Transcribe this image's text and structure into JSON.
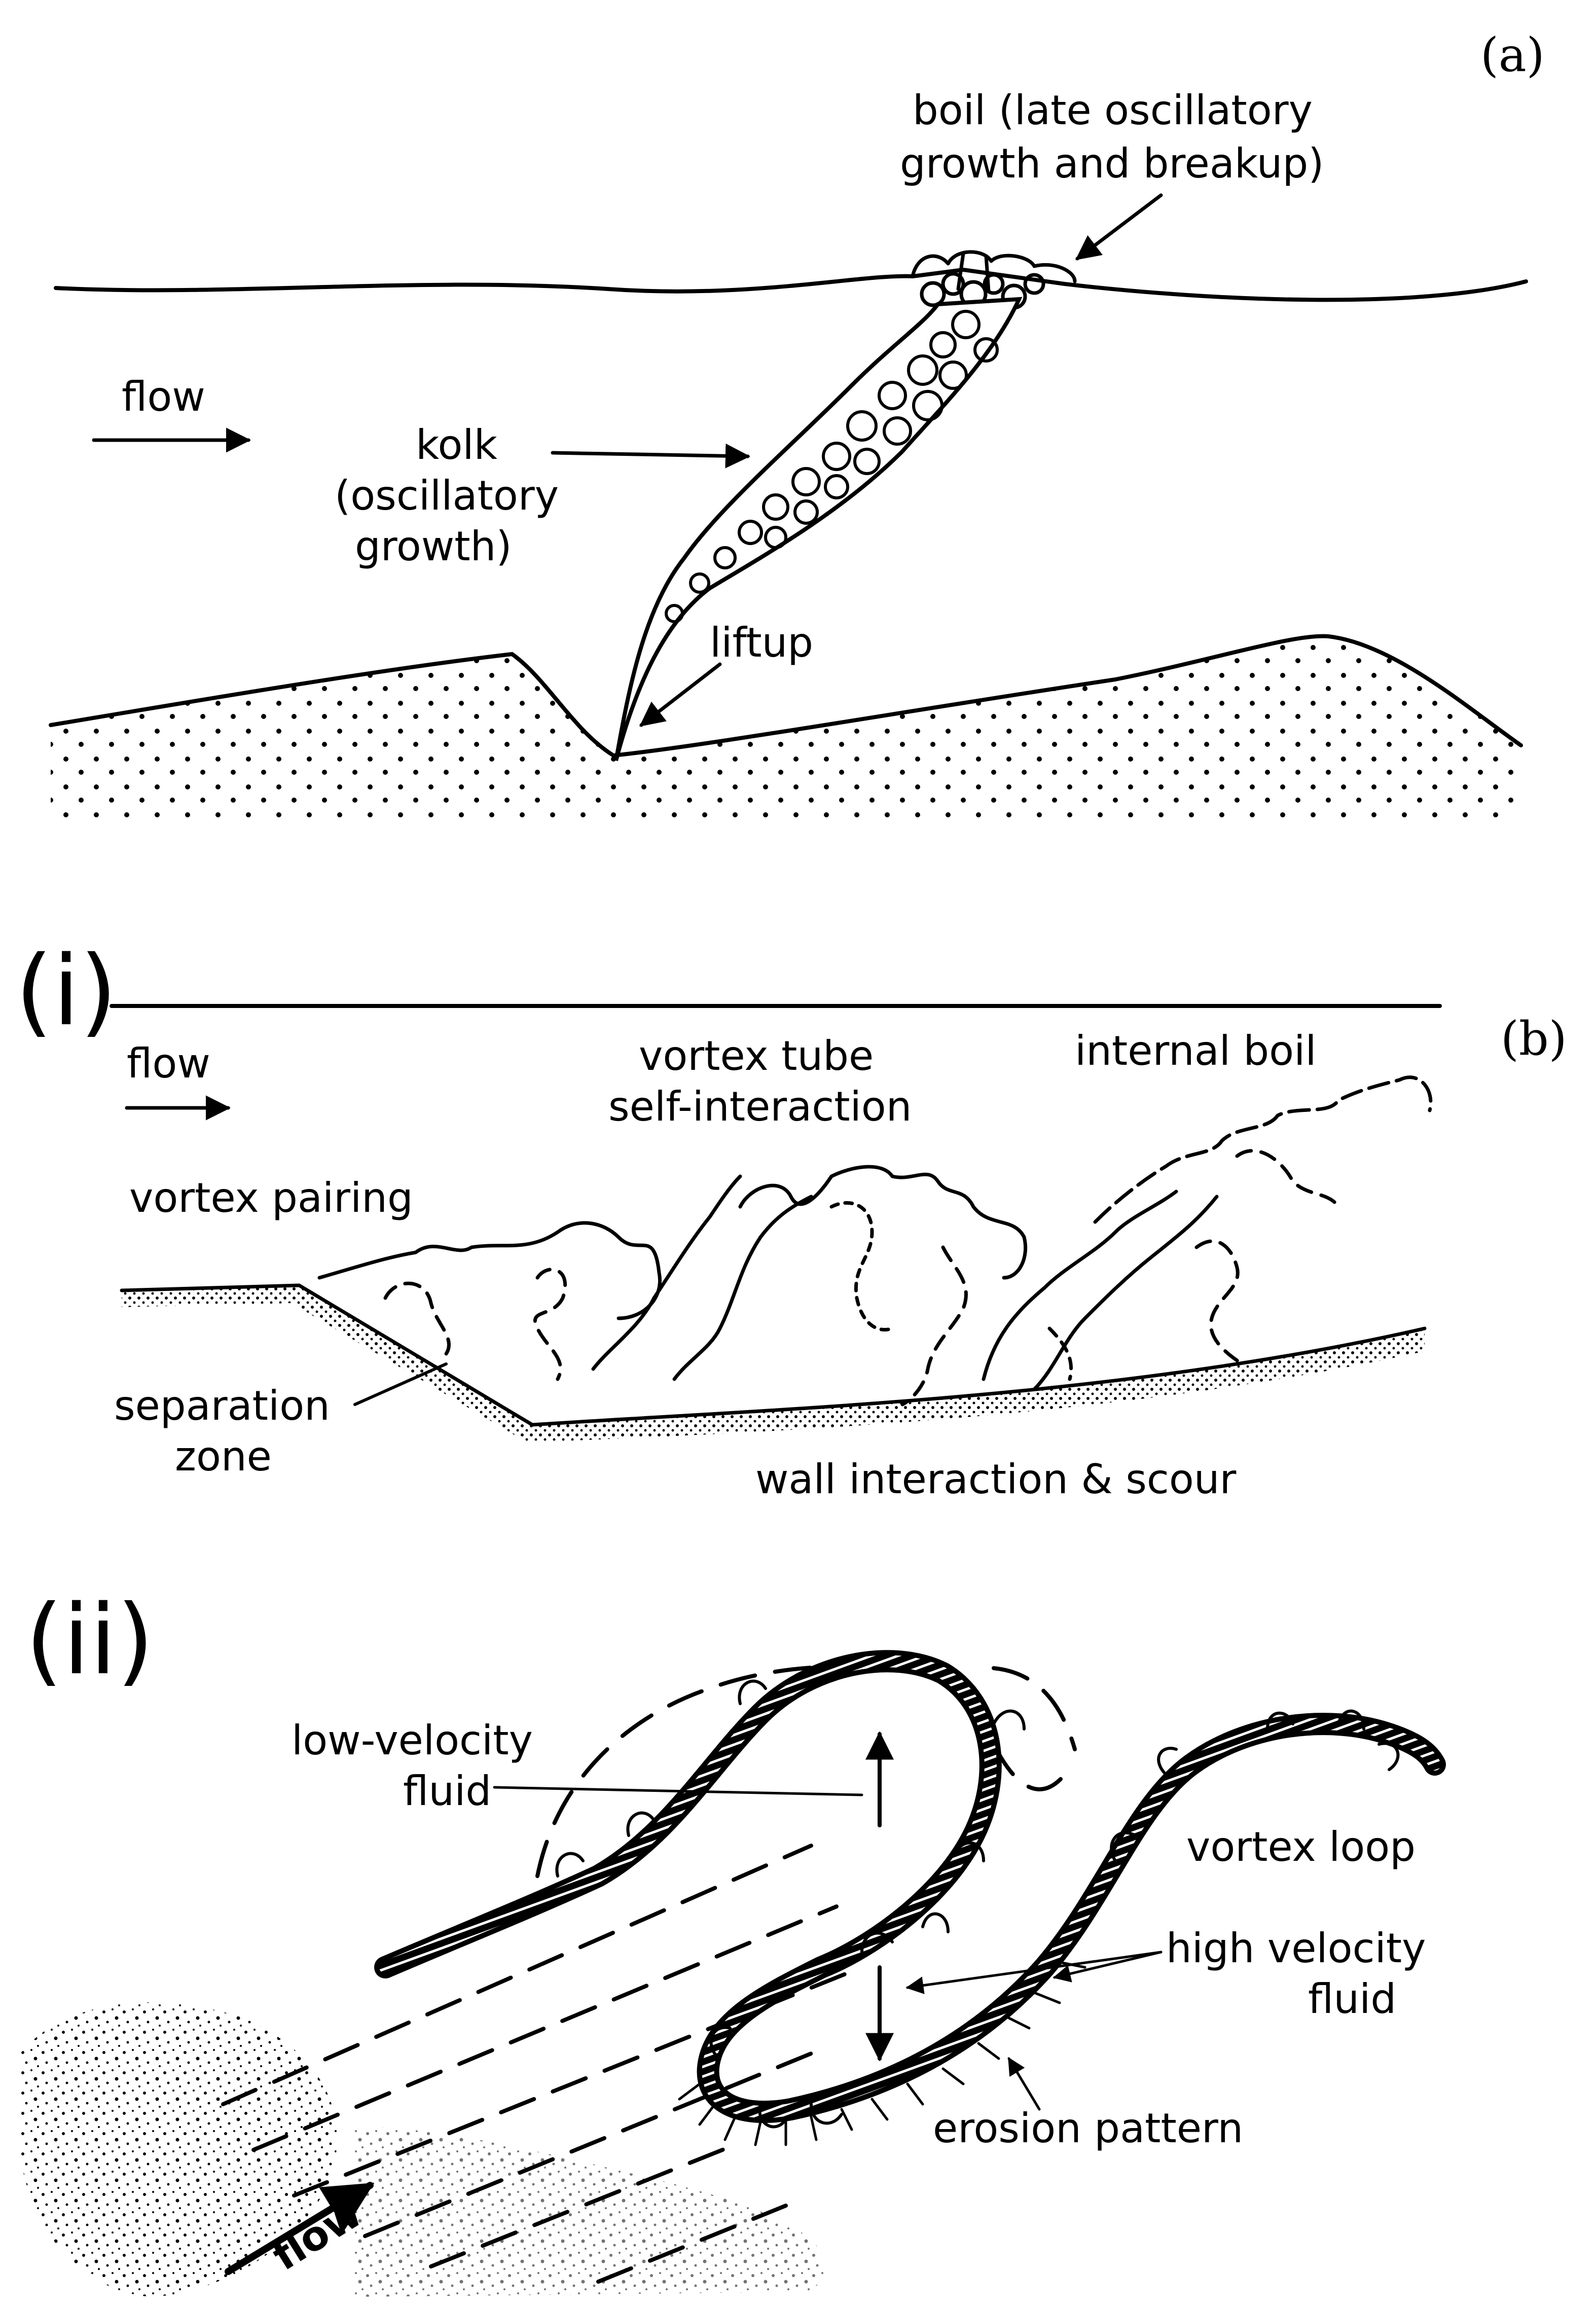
{
  "panel_a": {
    "label": "(a)",
    "boil_line1": "boil (late oscillatory",
    "boil_line2": "growth and breakup)",
    "flow": "flow",
    "kolk_line1": "kolk",
    "kolk_line2": "(oscillatory",
    "kolk_line3": "growth)",
    "liftup": "liftup"
  },
  "panel_b": {
    "label": "(b)",
    "i": {
      "label": "(i)",
      "flow": "flow",
      "vortex_tube_line1": "vortex tube",
      "vortex_tube_line2": "self-interaction",
      "internal_boil": "internal boil",
      "vortex_pairing": "vortex pairing",
      "separation_line1": "separation",
      "separation_line2": "zone",
      "wall_interaction": "wall interaction & scour"
    },
    "ii": {
      "label": "(ii)",
      "low_velocity_line1": "low-velocity",
      "low_velocity_line2": "fluid",
      "vortex_loop": "vortex loop",
      "high_velocity_line1": "high velocity",
      "high_velocity_line2": "fluid",
      "erosion_pattern": "erosion pattern",
      "flow": "flow"
    }
  },
  "colors": {
    "ink": "#000000",
    "paper": "#ffffff"
  }
}
